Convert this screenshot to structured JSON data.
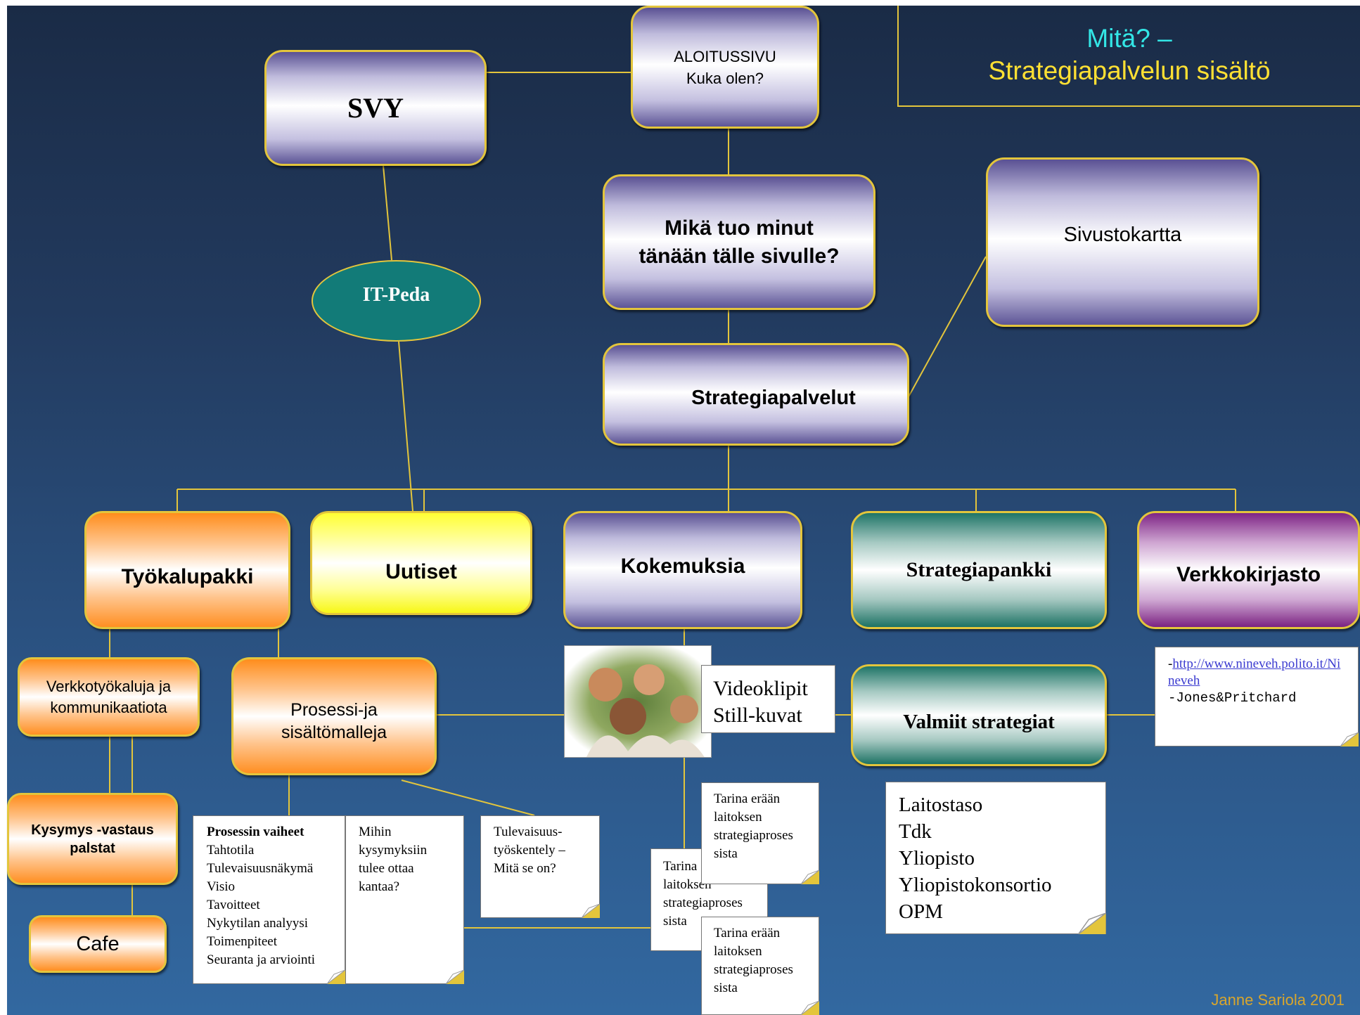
{
  "title": {
    "line1": "Mitä? –",
    "line2": "Strategiapalvelun sisältö"
  },
  "colors": {
    "title_line1": "#33e6e6",
    "title_line2": "#ffe033",
    "connector": "#e3c53c",
    "credit": "#d9a62c"
  },
  "nodes": {
    "svy": "SVY",
    "aloitussivu": {
      "line1": "ALOITUSSIVU",
      "line2": "Kuka olen?"
    },
    "mika": {
      "line1": "Mikä tuo minut",
      "line2": "tänään tälle sivulle?"
    },
    "sivustokartta": "Sivustokartta",
    "itpeda": "IT-Peda",
    "strategiapalvelut": "Strategiapalvelut",
    "tyokalupakki": "Työkalupakki",
    "uutiset": "Uutiset",
    "kokemuksia": "Kokemuksia",
    "strategiapankki": "Strategiapankki",
    "verkkokirjasto": "Verkkokirjasto",
    "verkkotyokaluja": {
      "line1": "Verkkotyökaluja ja",
      "line2": "kommunikaatiota"
    },
    "prosessi": {
      "line1": "Prosessi-ja",
      "line2": "sisältömalleja"
    },
    "kysymys": {
      "line1": "Kysymys -vastaus",
      "line2": "palstat"
    },
    "cafe": "Cafe",
    "valmiit": "Valmiit strategiat"
  },
  "notes": {
    "video": {
      "line1": "Videoklipit",
      "line2": "Still-kuvat"
    },
    "links": {
      "prefix": "-",
      "url": "http://www.nineveh.polito.it/Nineveh",
      "line2": "-Jones&Pritchard"
    },
    "prosessin_vaiheet": {
      "heading": "Prosessin vaiheet",
      "items": [
        "Tahtotila",
        "Tulevaisuusnäkymä",
        "Visio",
        "Tavoitteet",
        "Nykytilan analyysi",
        "Toimenpiteet",
        "Seuranta ja arviointi"
      ]
    },
    "mihin": [
      "Mihin",
      "kysymyksiin",
      "tulee ottaa",
      "kantaa?"
    ],
    "tulevaisuus": [
      "Tulevaisuus-",
      "työskentely –",
      "Mitä se on?"
    ],
    "tarina": [
      "Tarina erään",
      "laitoksen",
      "strategiaproses",
      "sista"
    ],
    "tarina_back": [
      "Tarina",
      "laitoksen",
      "strategiaproses",
      "sista"
    ],
    "tasot": [
      "Laitostaso",
      "Tdk",
      "Yliopisto",
      "Yliopistokonsortio",
      "OPM"
    ]
  },
  "credit": "Janne Sariola 2001"
}
